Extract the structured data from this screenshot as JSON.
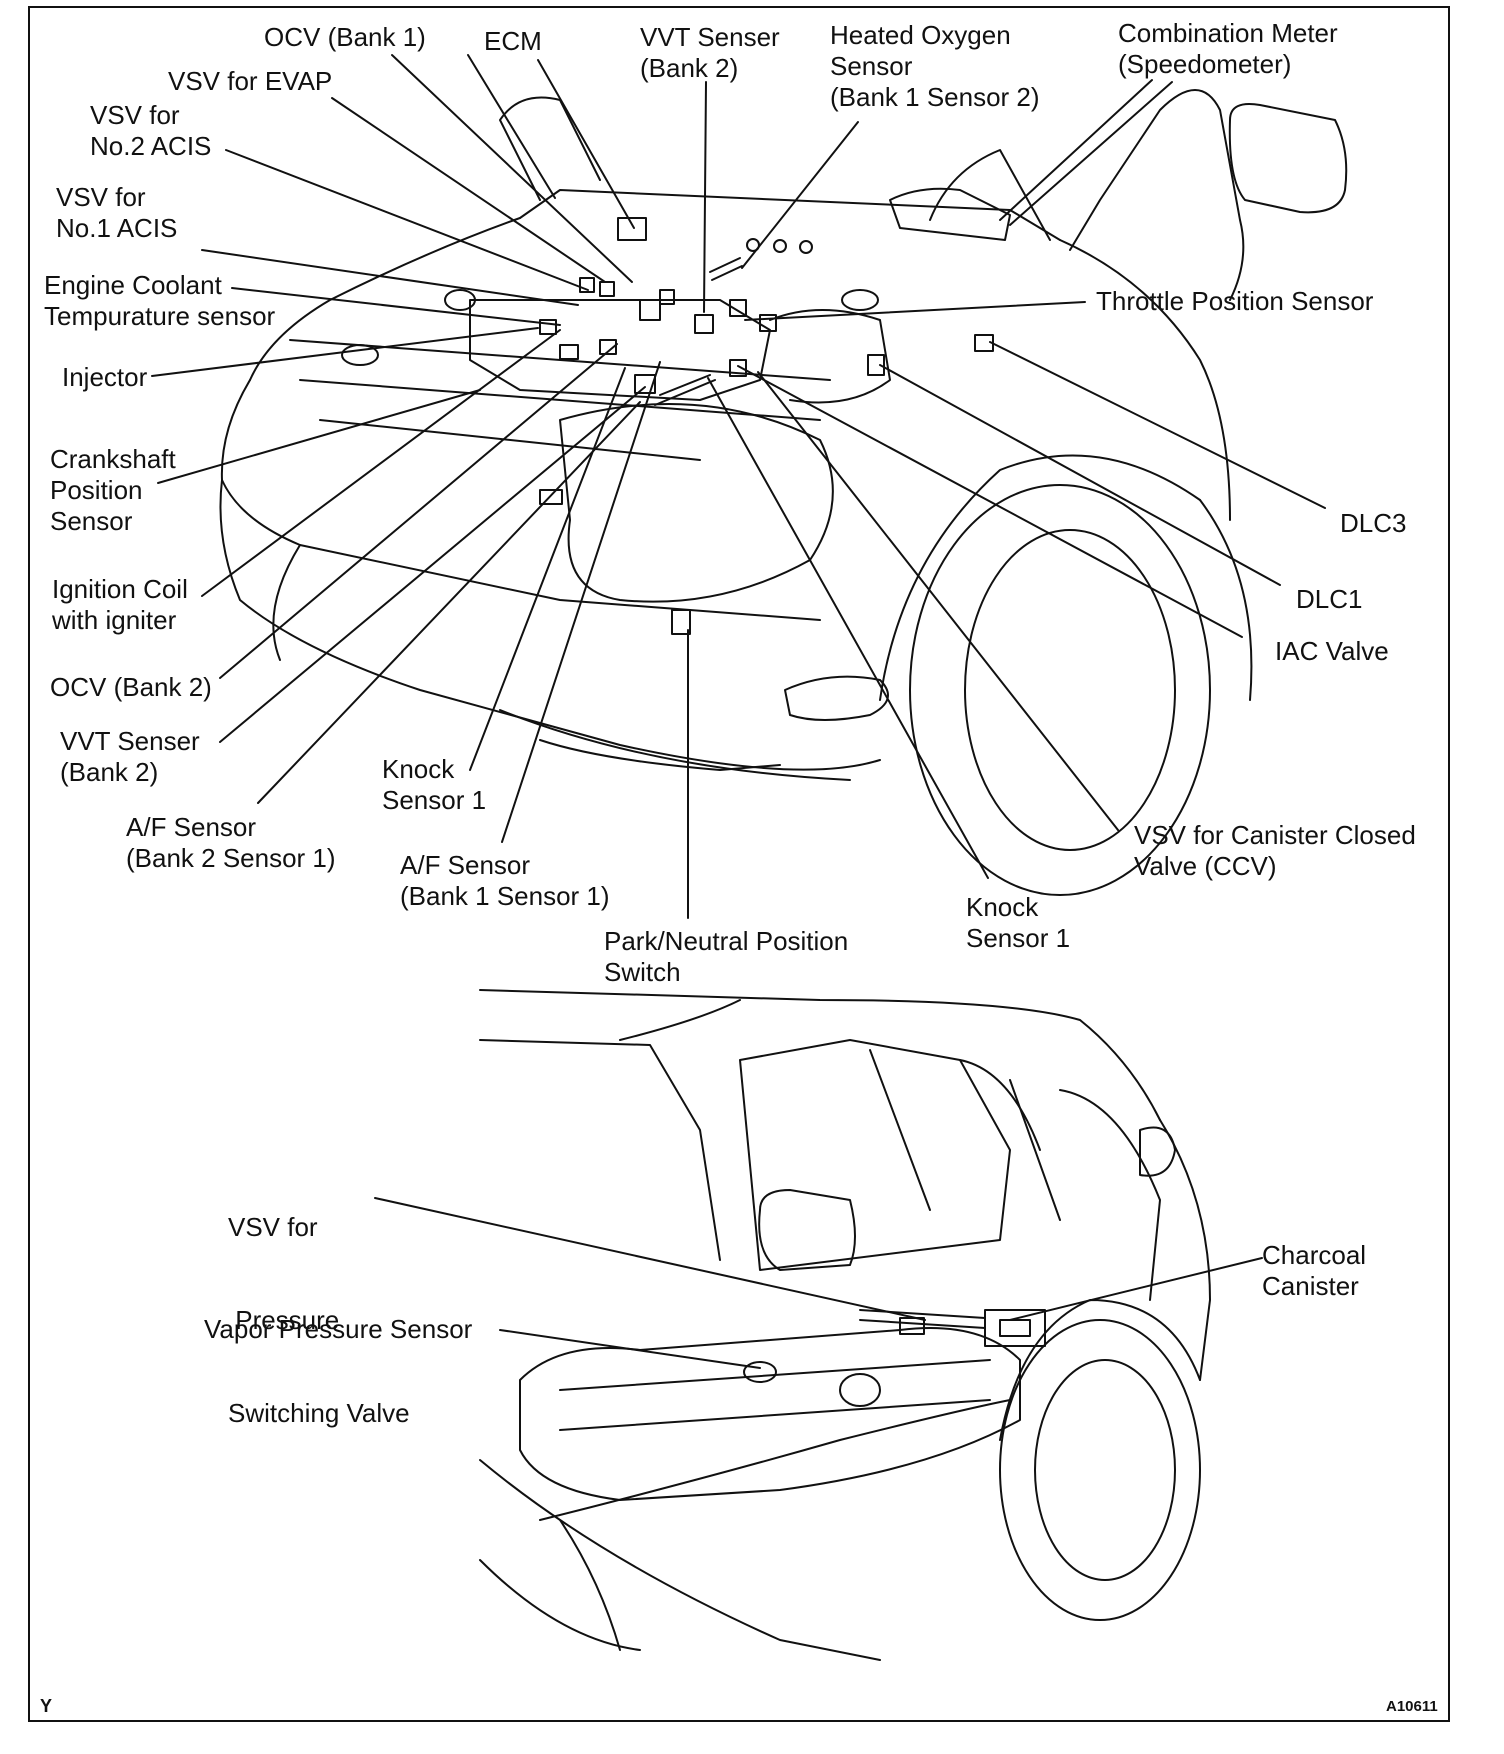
{
  "labels": {
    "ocv_bank1": [
      "OCV (Bank 1)"
    ],
    "ecm": [
      "ECM"
    ],
    "vvt_top": [
      "VVT Senser",
      "(Bank 2)"
    ],
    "hos": [
      "Heated Oxygen",
      "Sensor",
      "(Bank 1 Sensor 2)"
    ],
    "meter": [
      "Combination Meter",
      "(Speedometer)"
    ],
    "vsv_evap": [
      "VSV for EVAP"
    ],
    "acis2": [
      "VSV for",
      "No.2 ACIS"
    ],
    "acis1": [
      "VSV for",
      "No.1 ACIS"
    ],
    "coolant": [
      "Engine Coolant",
      "Tempurature sensor"
    ],
    "tps": [
      "Throttle Position Sensor"
    ],
    "injector": [
      "Injector"
    ],
    "crank": [
      "Crankshaft",
      "Position",
      "Sensor"
    ],
    "dlc3": [
      "DLC3"
    ],
    "dlc1": [
      "DLC1"
    ],
    "iac": [
      "IAC Valve"
    ],
    "ignition": [
      "Ignition Coil",
      "with igniter"
    ],
    "ocv_bank2": [
      "OCV (Bank 2)"
    ],
    "vvt_left": [
      "VVT Senser",
      "(Bank 2)"
    ],
    "knock_mid": [
      "Knock",
      "Sensor 1"
    ],
    "af_b2": [
      "A/F Sensor",
      "(Bank 2 Sensor 1)"
    ],
    "af_b1": [
      "A/F Sensor",
      "(Bank 1 Sensor 1)"
    ],
    "ccv": [
      "VSV for Canister Closed",
      "Valve (CCV)"
    ],
    "knock_right": [
      "Knock",
      "Sensor 1"
    ],
    "pnp": [
      "Park/Neutral Position",
      "Switch"
    ],
    "vsv_psv": [
      "VSV for",
      " Pressure",
      "Switching Valve"
    ],
    "charcoal": [
      "Charcoal",
      "Canister"
    ],
    "vapor": [
      "Vapor Pressure Sensor"
    ]
  },
  "corner_mark": "Y",
  "figure_id": "A10611"
}
